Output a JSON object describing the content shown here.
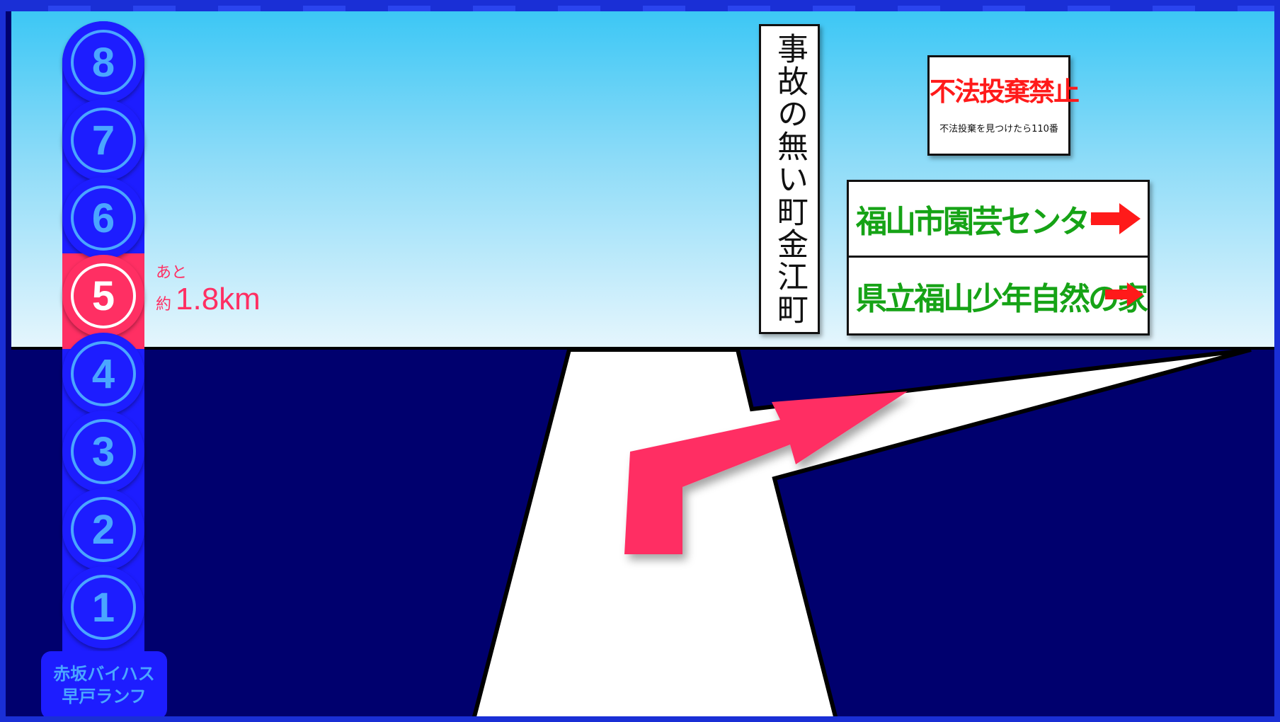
{
  "progress": {
    "stations": [
      {
        "label": "8"
      },
      {
        "label": "7"
      },
      {
        "label": "6"
      },
      {
        "label": "5",
        "current": true
      },
      {
        "label": "4"
      },
      {
        "label": "3"
      },
      {
        "label": "2"
      },
      {
        "label": "1"
      }
    ],
    "terminus_line1": "赤坂バイハス",
    "terminus_line2": "早戸ランフ",
    "remaining_prefix1": "あと",
    "remaining_prefix2": "約",
    "remaining_distance": "1.8km"
  },
  "signs": {
    "vertical": "事故の無い町金江町",
    "no_dumping_title": "不法投棄禁止",
    "no_dumping_note": "不法投棄を見つけたら110番",
    "direction_1": "福山市園芸センター",
    "direction_2": "県立福山少年自然の家"
  },
  "colors": {
    "accent_pink": "#ff2f63",
    "track_blue": "#1d1dff",
    "ring_blue": "#4aa6ff",
    "ground_navy": "#00006e",
    "sign_green": "#16a316",
    "sign_red": "#ff1a1a"
  },
  "icons": {
    "turn_arrow": "turn-right-arrow-icon",
    "direction_arrow": "right-arrow-icon"
  }
}
